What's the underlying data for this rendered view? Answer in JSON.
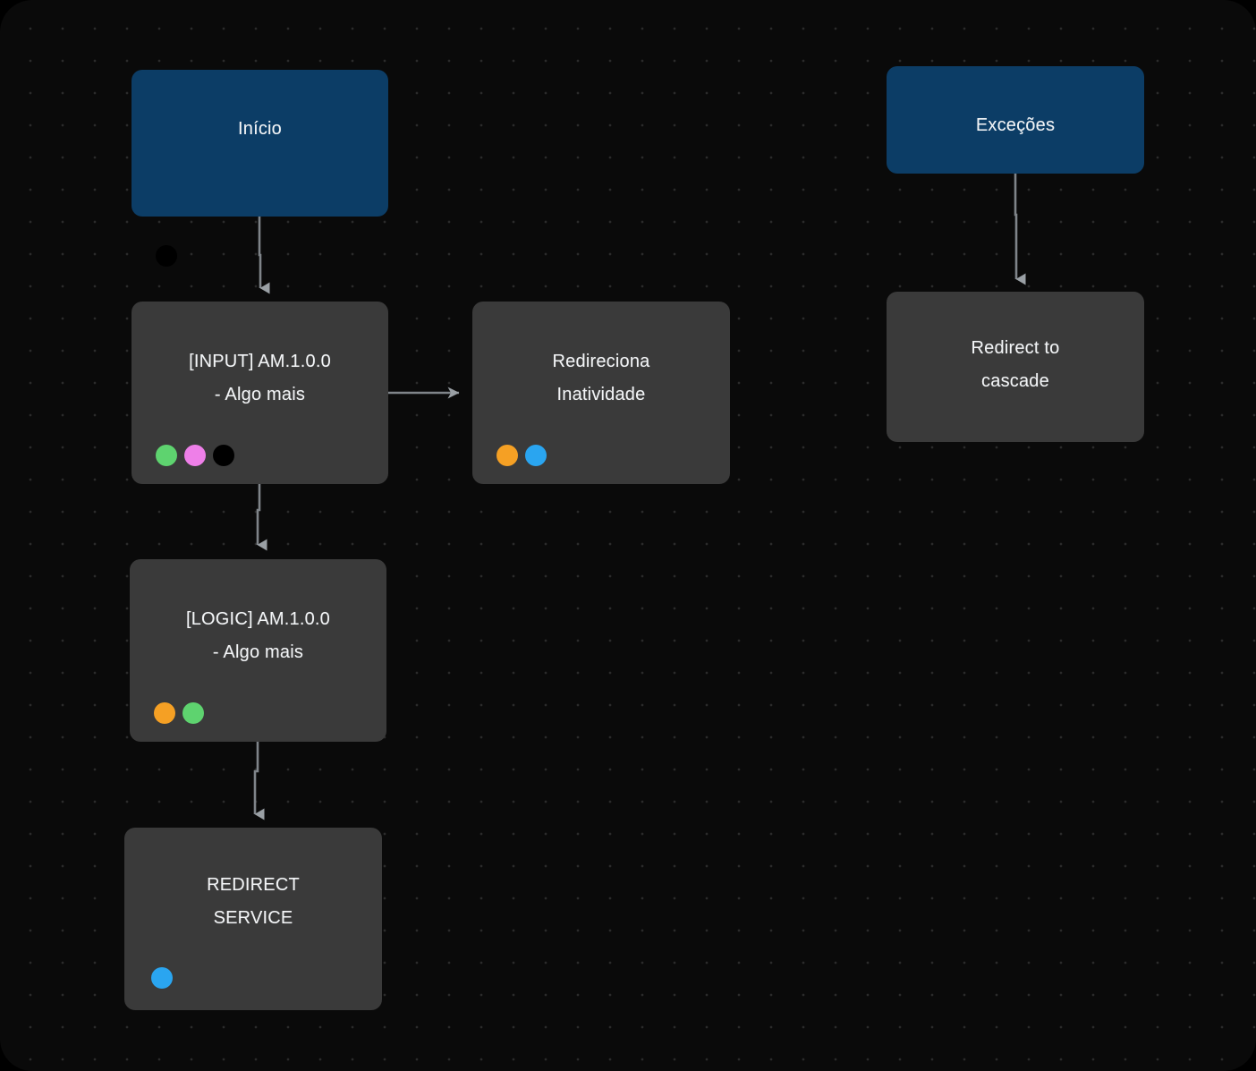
{
  "canvas": {
    "background_color": "#0a0a0a",
    "dot_color": "#2b2b2b",
    "edge_color": "#8a8f94"
  },
  "nodes": [
    {
      "id": "inicio",
      "label": "Início",
      "kind": "start",
      "color": "#0c3d66",
      "badges": [
        "#000000"
      ]
    },
    {
      "id": "excecoes",
      "label": "Exceções",
      "kind": "start",
      "color": "#0c3d66",
      "badges": []
    },
    {
      "id": "input",
      "label": "[INPUT] AM.1.0.0\n- Algo mais",
      "kind": "step",
      "color": "#3a3a3a",
      "badges": [
        "#5ed36f",
        "#ee7fe8",
        "#000000"
      ]
    },
    {
      "id": "redireciona",
      "label": "Redireciona\nInatividade",
      "kind": "step",
      "color": "#3a3a3a",
      "badges": [
        "#f5a024",
        "#2aa5f0"
      ]
    },
    {
      "id": "cascade",
      "label": "Redirect to\ncascade",
      "kind": "step",
      "color": "#3a3a3a",
      "badges": []
    },
    {
      "id": "logic",
      "label": "[LOGIC] AM.1.0.0\n- Algo mais",
      "kind": "step",
      "color": "#3a3a3a",
      "badges": [
        "#f5a024",
        "#5ed36f"
      ]
    },
    {
      "id": "redirect-service",
      "label": "REDIRECT\nSERVICE",
      "kind": "step",
      "color": "#3a3a3a",
      "badges": [
        "#2aa5f0"
      ]
    }
  ],
  "edges": [
    {
      "from": "inicio",
      "to": "input",
      "direction": "down"
    },
    {
      "from": "input",
      "to": "redireciona",
      "direction": "right"
    },
    {
      "from": "input",
      "to": "logic",
      "direction": "down"
    },
    {
      "from": "logic",
      "to": "redirect-service",
      "direction": "down"
    },
    {
      "from": "excecoes",
      "to": "cascade",
      "direction": "down"
    }
  ]
}
